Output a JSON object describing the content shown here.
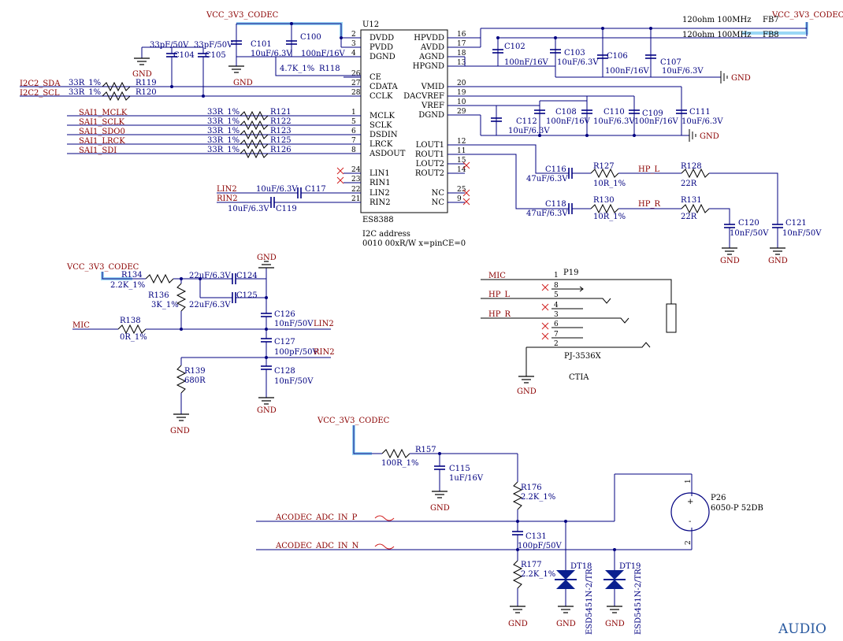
{
  "corner_label": "AUDIO",
  "chip": {
    "ref": "U12",
    "part": "ES8388",
    "note_1": "I2C address",
    "note_2": "0010 00xR/W    x=pinCE=0",
    "left_pins": [
      {
        "num": "2",
        "name": "DVDD"
      },
      {
        "num": "3",
        "name": "PVDD"
      },
      {
        "num": "4",
        "name": "DGND"
      },
      {
        "num": "26",
        "name": "CE"
      },
      {
        "num": "27",
        "name": "CDATA"
      },
      {
        "num": "28",
        "name": "CCLK"
      },
      {
        "num": "1",
        "name": "MCLK"
      },
      {
        "num": "5",
        "name": "SCLK"
      },
      {
        "num": "6",
        "name": "DSDIN"
      },
      {
        "num": "7",
        "name": "LRCK"
      },
      {
        "num": "8",
        "name": "ASDOUT"
      },
      {
        "num": "24",
        "name": "LIN1"
      },
      {
        "num": "23",
        "name": "RIN1"
      },
      {
        "num": "22",
        "name": "LIN2"
      },
      {
        "num": "21",
        "name": "RIN2"
      }
    ],
    "right_pins": [
      {
        "num": "16",
        "name": "HPVDD"
      },
      {
        "num": "17",
        "name": "AVDD"
      },
      {
        "num": "18",
        "name": "AGND"
      },
      {
        "num": "13",
        "name": "HPGND"
      },
      {
        "num": "20",
        "name": "VMID"
      },
      {
        "num": "19",
        "name": "DACVREF"
      },
      {
        "num": "10",
        "name": "VREF"
      },
      {
        "num": "29",
        "name": "DGND"
      },
      {
        "num": "12",
        "name": "LOUT1"
      },
      {
        "num": "11",
        "name": "ROUT1"
      },
      {
        "num": "15",
        "name": "LOUT2"
      },
      {
        "num": "14",
        "name": "ROUT2"
      },
      {
        "num": "25",
        "name": "NC"
      },
      {
        "num": "9",
        "name": "NC"
      }
    ]
  },
  "nets": {
    "vcc_codec": "VCC_3V3_CODEC",
    "i2c_sda": "I2C2_SDA",
    "i2c_scl": "I2C2_SCL",
    "sai_mclk": "SAI1_MCLK",
    "sai_sclk": "SAI1_SCLK",
    "sai_sdo0": "SAI1_SDO0",
    "sai_lrck": "SAI1_LRCK",
    "sai_sdi": "SAI1_SDI",
    "lin2": "LIN2",
    "rin2": "RIN2",
    "mic": "MIC",
    "hp_l": "HP_L",
    "hp_r": "HP_R",
    "adc_p": "ACODEC_ADC_IN_P",
    "adc_n": "ACODEC_ADC_IN_N",
    "gnd": "GND"
  },
  "components": {
    "C104": {
      "ref": "C104",
      "val": "33pF/50V"
    },
    "C105": {
      "ref": "C105",
      "val": "33pF/50V"
    },
    "C101": {
      "ref": "C101",
      "val": "10uF/6.3V"
    },
    "C100": {
      "ref": "C100",
      "val": "100nF/16V"
    },
    "R118": {
      "ref": "R118",
      "val": "4.7K_1%"
    },
    "R119": {
      "ref": "R119",
      "val": "33R_1%"
    },
    "R120": {
      "ref": "R120",
      "val": "33R_1%"
    },
    "R121": {
      "ref": "R121",
      "val": "33R_1%"
    },
    "R122": {
      "ref": "R122",
      "val": "33R_1%"
    },
    "R123": {
      "ref": "R123",
      "val": "33R_1%"
    },
    "R125": {
      "ref": "R125",
      "val": "33R_1%"
    },
    "R126": {
      "ref": "R126",
      "val": "33R_1%"
    },
    "C117": {
      "ref": "C117",
      "val": "10uF/6.3V"
    },
    "C119": {
      "ref": "C119",
      "val": "10uF/6.3V"
    },
    "C102": {
      "ref": "C102",
      "val": "100nF/16V"
    },
    "C103": {
      "ref": "C103",
      "val": "10uF/6.3V"
    },
    "C106": {
      "ref": "C106",
      "val": "100nF/16V"
    },
    "C107": {
      "ref": "C107",
      "val": "10uF/6.3V"
    },
    "FB7": {
      "ref": "FB7",
      "val": "120ohm 100MHz"
    },
    "FB8": {
      "ref": "FB8",
      "val": "120ohm 100MHz"
    },
    "C112": {
      "ref": "C112",
      "val": "10uF/6.3V"
    },
    "C108": {
      "ref": "C108",
      "val": "100nF/16V"
    },
    "C110": {
      "ref": "C110",
      "val": "10uF/6.3V"
    },
    "C109": {
      "ref": "C109",
      "val": "100nF/16V"
    },
    "C111": {
      "ref": "C111",
      "val": "10uF/6.3V"
    },
    "C116": {
      "ref": "C116",
      "val": "47uF/6.3V"
    },
    "R127": {
      "ref": "R127",
      "val": "10R_1%"
    },
    "R128": {
      "ref": "R128",
      "val": "22R"
    },
    "C118": {
      "ref": "C118",
      "val": "47uF/6.3V"
    },
    "R130": {
      "ref": "R130",
      "val": "10R_1%"
    },
    "R131": {
      "ref": "R131",
      "val": "22R"
    },
    "C120": {
      "ref": "C120",
      "val": "10nF/50V"
    },
    "C121": {
      "ref": "C121",
      "val": "10nF/50V"
    },
    "R134": {
      "ref": "R134",
      "val": "2.2K_1%"
    },
    "R136": {
      "ref": "R136",
      "val": "3K_1%"
    },
    "C124": {
      "ref": "C124",
      "val": "22uF/6.3V"
    },
    "C125": {
      "ref": "C125",
      "val": "22uF/6.3V"
    },
    "R138": {
      "ref": "R138",
      "val": "0R_1%"
    },
    "C126": {
      "ref": "C126",
      "val": "10nF/50V"
    },
    "C127": {
      "ref": "C127",
      "val": "100pF/50V"
    },
    "C128": {
      "ref": "C128",
      "val": "10nF/50V"
    },
    "R139": {
      "ref": "R139",
      "val": "680R"
    },
    "R157": {
      "ref": "R157",
      "val": "100R_1%"
    },
    "C115": {
      "ref": "C115",
      "val": "1uF/16V"
    },
    "R176": {
      "ref": "R176",
      "val": "2.2K_1%"
    },
    "C131": {
      "ref": "C131",
      "val": "100pF/50V"
    },
    "R177": {
      "ref": "R177",
      "val": "2.2K_1%"
    },
    "DT18": {
      "ref": "DT18",
      "val": "ESD5451N-2/TR"
    },
    "DT19": {
      "ref": "DT19",
      "val": "ESD5451N-2/TR"
    },
    "P19": {
      "ref": "P19",
      "val": "PJ-3536X",
      "note": "CTIA",
      "pins": [
        "1",
        "8",
        "5",
        "4",
        "3",
        "6",
        "7",
        "2"
      ]
    },
    "P26": {
      "ref": "P26",
      "val": "6050-P 52DB",
      "pin1": "1",
      "pin2": "2",
      "plus": "+",
      "minus": "-"
    }
  }
}
